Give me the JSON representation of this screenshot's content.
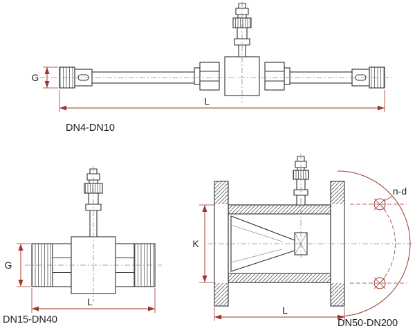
{
  "drawing": {
    "background": "#ffffff",
    "colors": {
      "outline": "#2e2e2e",
      "dimension": "#9e352a",
      "centerline": "#8a8a8a",
      "text": "#1c1c1c"
    },
    "views": [
      {
        "id": "dn4-dn10",
        "label": "DN4-DN10",
        "dims": {
          "thread": "G",
          "length": "L"
        }
      },
      {
        "id": "dn15-dn40",
        "label": "DN15-DN40",
        "dims": {
          "thread": "G",
          "length": "L"
        }
      },
      {
        "id": "dn50-dn200",
        "label": "DN50-DN200",
        "dims": {
          "bolt_circle": "K",
          "length": "L",
          "bolt_holes": "n-d"
        }
      }
    ]
  }
}
